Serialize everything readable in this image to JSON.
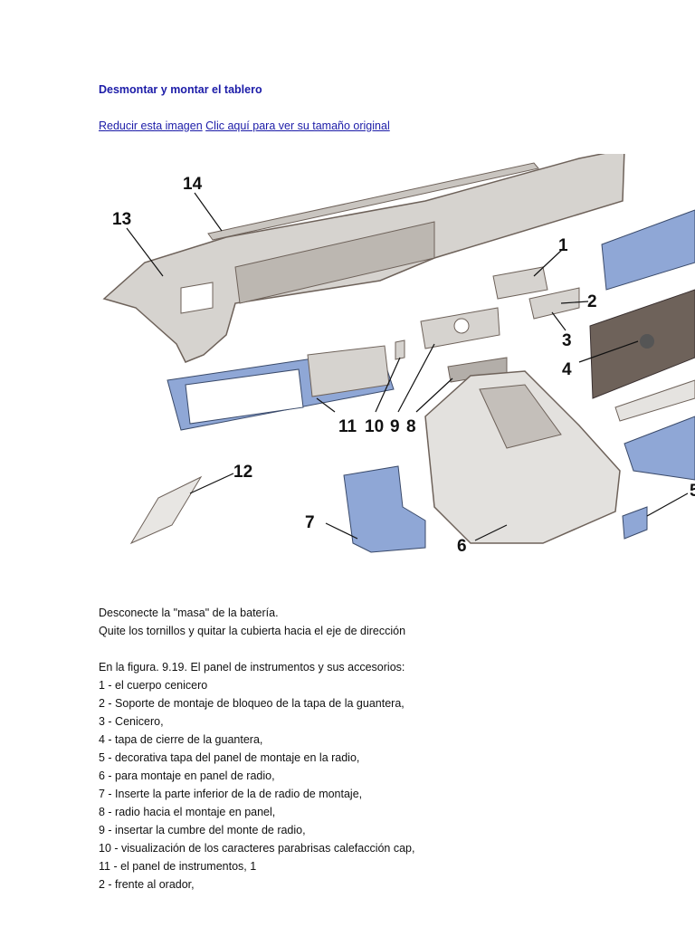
{
  "title": "Desmontar y montar el tablero",
  "links": {
    "reduce": "Reducir esta imagen",
    "original": "Clic aquí para ver su tamaño original"
  },
  "figure": {
    "callouts": [
      "14",
      "13",
      "1",
      "2",
      "3",
      "4",
      "11",
      "10",
      "9",
      "8",
      "12",
      "7",
      "6",
      "5"
    ],
    "colors": {
      "gray": "#d6d3cf",
      "blue": "#8fa7d6",
      "dark": "#6e625a"
    }
  },
  "intro": [
    "Desconecte la \"masa\" de la batería.",
    "Quite los tornillos y quitar la cubierta hacia el eje de dirección"
  ],
  "caption": "En la figura. 9.19. El panel de instrumentos y sus accesorios:",
  "items": [
    "1 - el cuerpo cenicero",
    "2 - Soporte de montaje de bloqueo de la tapa de la guantera,",
    "3 - Cenicero,",
    "4 - tapa de cierre de la guantera,",
    "5 - decorativa tapa del panel de montaje en la radio,",
    "6 - para montaje en panel de radio,",
    "7 - Inserte la parte inferior de la de radio de montaje,",
    "8 - radio hacia el montaje en panel,",
    "9 - insertar la cumbre del monte de radio,",
    "10 - visualización de los caracteres parabrisas calefacción cap,",
    "11 - el panel de instrumentos, 1",
    "2 - frente al orador,"
  ]
}
